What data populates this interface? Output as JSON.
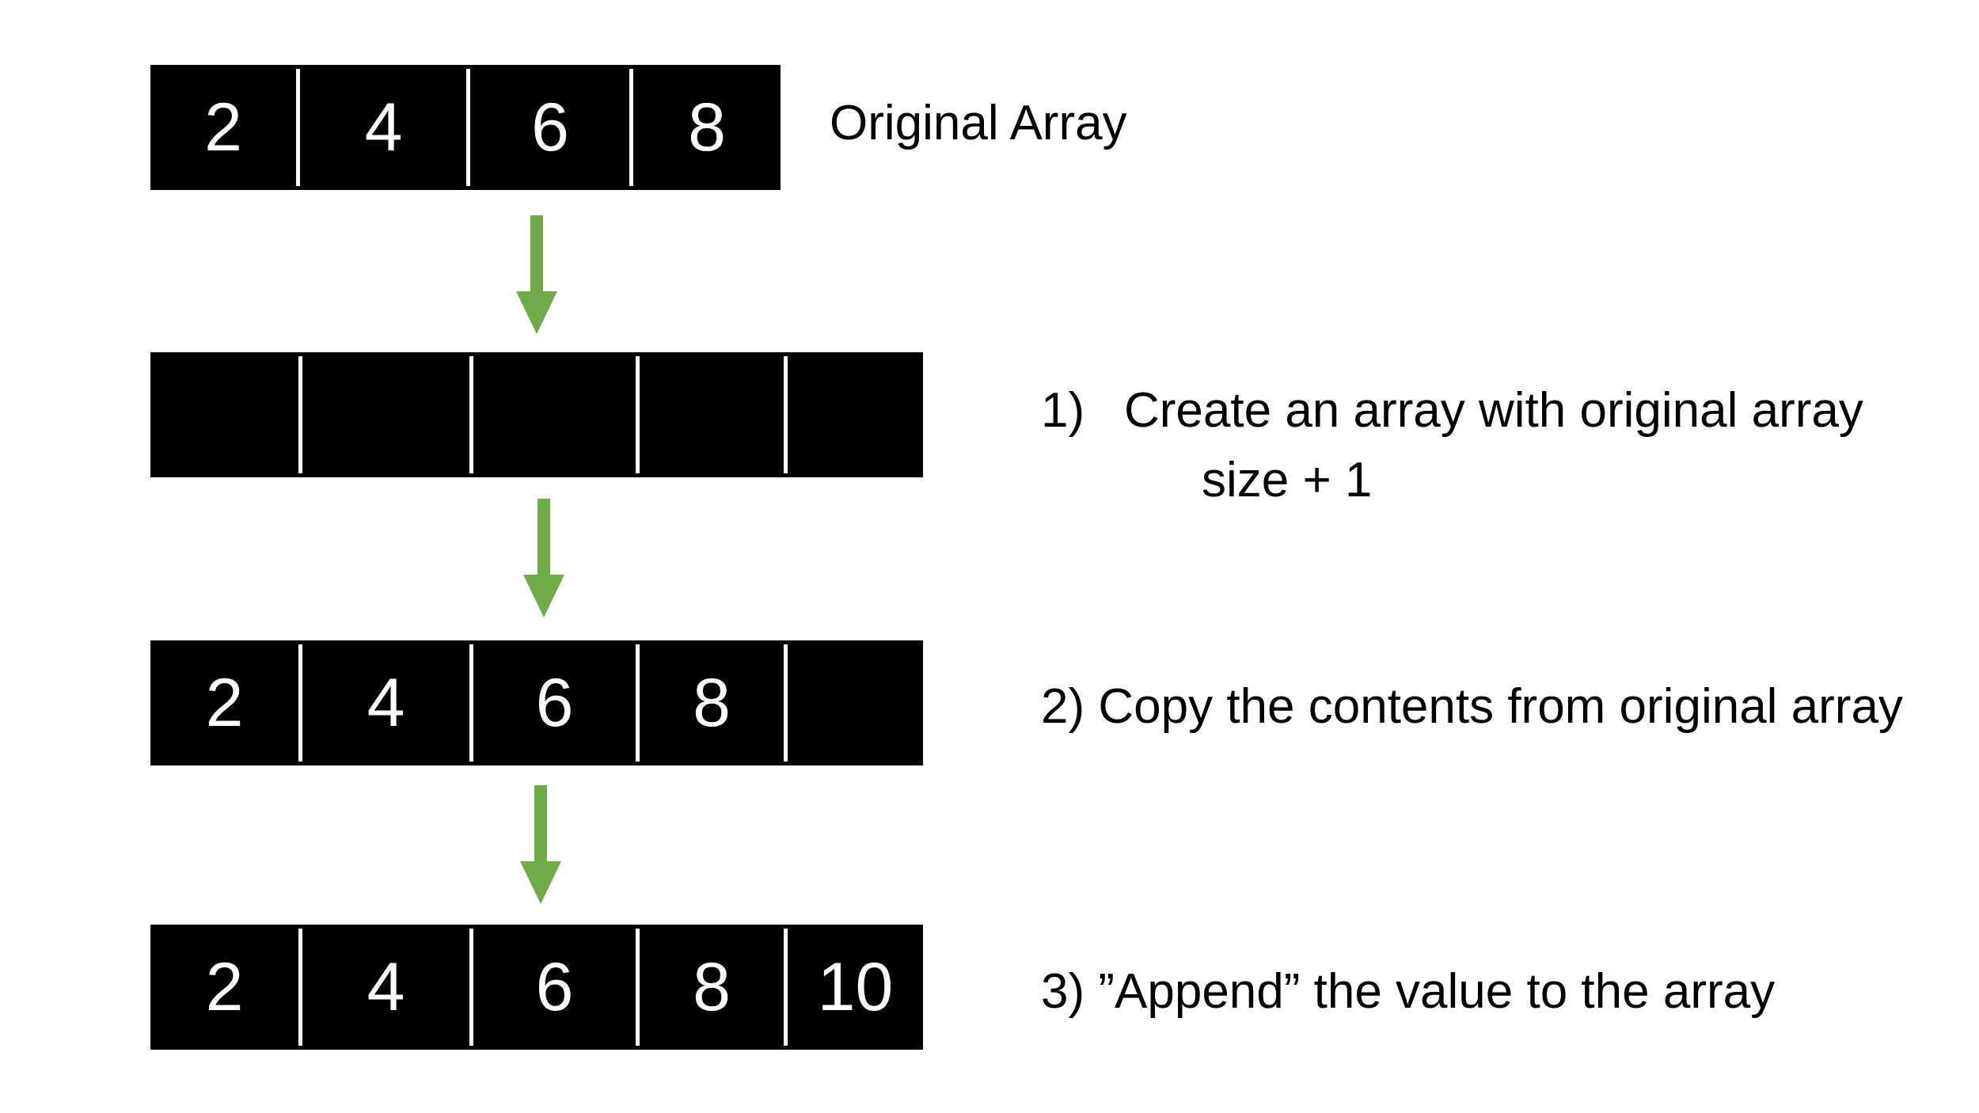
{
  "arrays": [
    {
      "cells": [
        "2",
        "4",
        "6",
        "8"
      ]
    },
    {
      "cells": [
        "",
        "",
        "",
        "",
        ""
      ]
    },
    {
      "cells": [
        "2",
        "4",
        "6",
        "8",
        ""
      ]
    },
    {
      "cells": [
        "2",
        "4",
        "6",
        "8",
        "10"
      ]
    }
  ],
  "labels": {
    "original": "Original Array",
    "step1_num": "1)",
    "step1_line1": "Create an array with original array",
    "step1_line2": "size + 1",
    "step2": "2) Copy the contents from original array",
    "step3": "3) ”Append” the value to the array"
  },
  "colors": {
    "arrow": "#6fac47",
    "cell": "#000000",
    "text": "#ffffff"
  }
}
